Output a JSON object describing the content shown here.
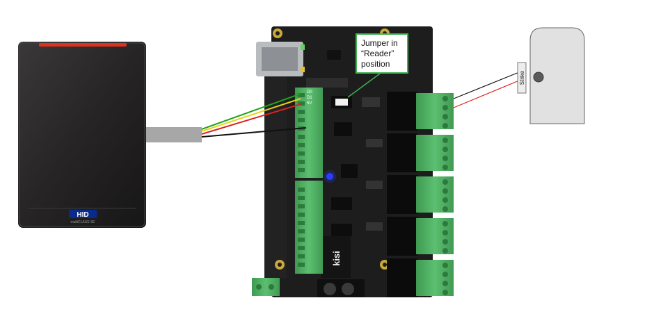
{
  "reader": {
    "brand": "HID",
    "model": "multiCLASS SE"
  },
  "board": {
    "brand": "kisi",
    "pin_labels": [
      "D0",
      "D1",
      "5V"
    ]
  },
  "callout": {
    "lines": [
      "Jumper in",
      "“Reader”",
      "position"
    ]
  },
  "strike": {
    "label": "Strike"
  },
  "colors": {
    "wire_green": "#1fa31f",
    "wire_yellow": "#e6d41a",
    "wire_red": "#d8231d",
    "wire_black": "#111111",
    "terminal_green": "#4fae62",
    "callout_border": "#3fb34f",
    "status_led": "#2a3cff"
  }
}
